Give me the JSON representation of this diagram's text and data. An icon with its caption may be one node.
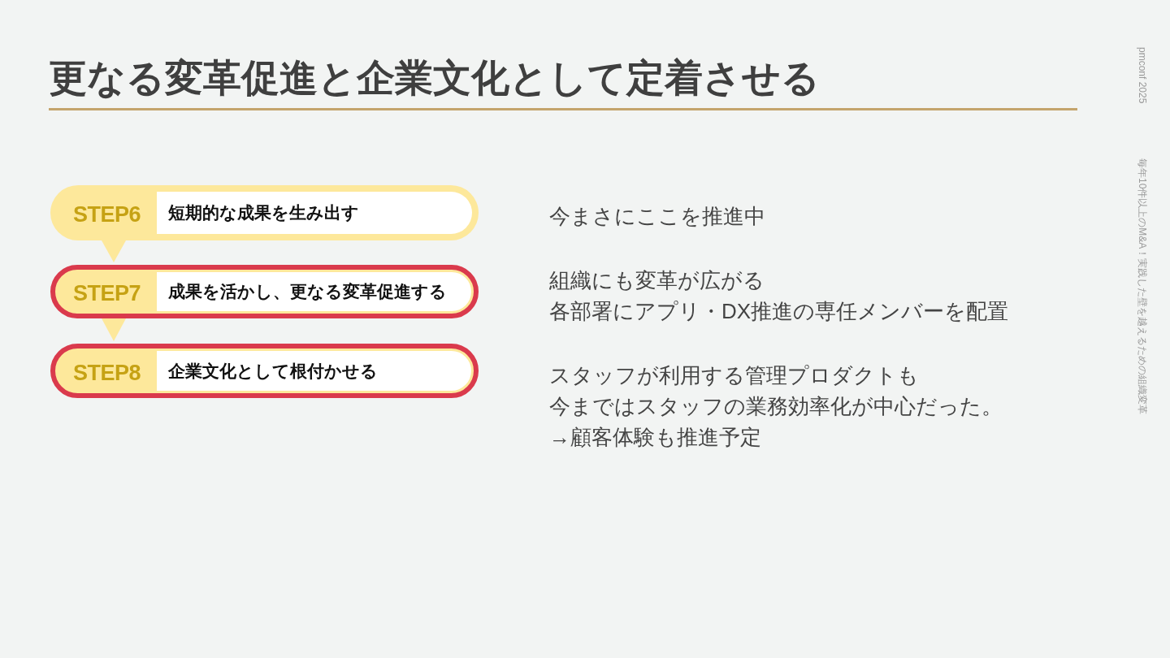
{
  "diagram": {
    "title": "更なる変革促進と企業文化として定着させる",
    "nodes": [
      {
        "text": [
          "STEP6",
          "短期的な成果を生み出す"
        ]
      },
      {
        "text": [
          "STEP7",
          "成果を活かし、更なる変革促進する"
        ]
      },
      {
        "text": [
          "STEP8",
          "企業文化として根付かせる"
        ]
      }
    ],
    "edges": [
      {
        "from": 0,
        "to": 1,
        "arrow": "to"
      },
      {
        "from": 1,
        "to": 2,
        "arrow": "to"
      }
    ],
    "labels": [
      "今まさにここを推進中",
      "組織にも変革が広がる",
      "各部署にアプリ・DX推進の専任メンバーを配置",
      "スタッフが利用する管理プロダクトも",
      "今まではスタッフの業務効率化が中心だった。",
      "→顧客体験も推進予定",
      "pmconf 2025",
      "毎年10件以上のM&A！実践した壁を越えるための組織変革"
    ]
  }
}
